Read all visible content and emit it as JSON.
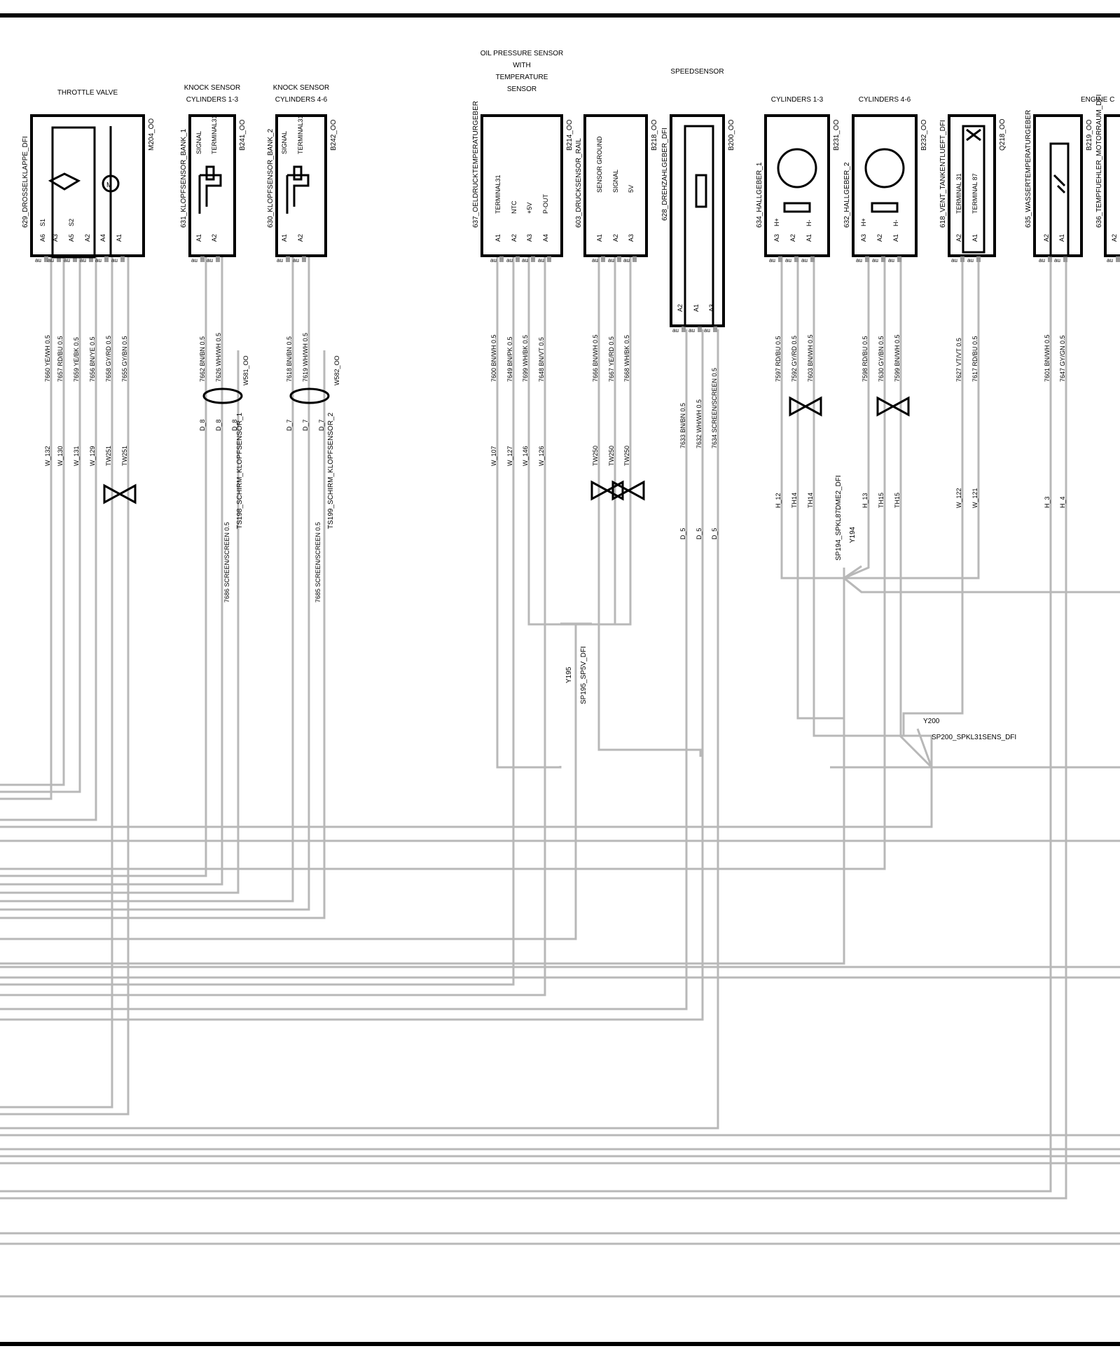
{
  "components": [
    {
      "title": [
        "THROTTLE VALVE"
      ],
      "name": "629_DROSSELKLAPPE_DFI",
      "ref": "M204_OO",
      "pins": [
        "A6",
        "A3",
        "A5",
        "A2",
        "A4",
        "A1"
      ],
      "sub": [
        "S1",
        "",
        "S2",
        "",
        "",
        ""
      ],
      "wires": [
        "7660 YE/WH 0.5",
        "7657 RD/BU 0.5",
        "7659 YE/BK 0.5",
        "7656 BN/YE 0.5",
        "7658 GY/RD 0.5",
        "7655 GY/BN 0.5"
      ],
      "conn": [
        "W_132",
        "W_130",
        "W_131",
        "W_129",
        "TW251",
        "TW251"
      ]
    },
    {
      "title": [
        "KNOCK SENSOR",
        "CYLINDERS 1-3"
      ],
      "name": "631_KLOPFSENSOR_BANK_1",
      "ref": "B241_OO",
      "pins": [
        "A1",
        "A2"
      ],
      "inner": [
        "SIGNAL",
        "TERMINAL31"
      ],
      "wires": [
        "7662 BN/BN 0.5",
        "7626 WH/WH 0.5"
      ],
      "conn": [
        "D_8",
        "D_8",
        "D_8"
      ],
      "shield": "W581_OO",
      "screen": "7686 SCREEN/SCREEN 0.5",
      "ts": "TS198_SCHIRM_KLOPFSENSOR_1"
    },
    {
      "title": [
        "KNOCK SENSOR",
        "CYLINDERS 4-6"
      ],
      "name": "630_KLOPFSENSOR_BANK_2",
      "ref": "B242_OO",
      "pins": [
        "A1",
        "A2"
      ],
      "inner": [
        "SIGNAL",
        "TERMINAL31"
      ],
      "wires": [
        "7618 BN/BN 0.5",
        "7619 WH/WH 0.5"
      ],
      "conn": [
        "D_7",
        "D_7",
        "D_7"
      ],
      "shield": "W582_OO",
      "screen": "7685 SCREEN/SCREEN 0.5",
      "ts": "TS199_SCHIRM_KLOPFSENSOR_2"
    },
    {
      "title": [
        "OIL PRESSURE SENSOR",
        "WITH",
        "TEMPERATURE",
        "SENSOR"
      ],
      "name": "637_OELDRUCKTEMPERATURGEBER",
      "ref": "B214_OO",
      "pins": [
        "A1",
        "A2",
        "A3",
        "A4"
      ],
      "inner": [
        "TERMINAL31",
        "NTC",
        "+5V",
        "P-OUT"
      ],
      "wires": [
        "7600 BN/WH 0.5",
        "7649 BN/PK 0.5",
        "7699 WH/BK 0.5",
        "7648 BN/VT 0.5"
      ],
      "conn": [
        "W_107",
        "W_127",
        "W_146",
        "W_126"
      ]
    },
    {
      "name": "603_DRUCKSENSOR_RAIL",
      "ref": "B218_OO",
      "pins": [
        "A1",
        "A2",
        "A3"
      ],
      "inner": [
        "SENSOR GROUND",
        "SIGNAL",
        "5V"
      ],
      "wires": [
        "7666 BN/WH 0.5",
        "7667 YE/RD 0.5",
        "7668 WH/BK 0.5"
      ],
      "conn": [
        "TW250",
        "TW250",
        "TW250"
      ]
    },
    {
      "title": [
        "SPEEDSENSOR"
      ],
      "name": "628_DREHZAHLGEBER_DFI",
      "ref": "B200_OO",
      "pins": [
        "A2",
        "A1",
        "A3"
      ],
      "wires": [
        "7633 BN/BN 0.5",
        "7632 WH/WH 0.5",
        "7634 SCREEN/SCREEN 0.5"
      ],
      "conn": [
        "D_5",
        "D_5",
        "D_5"
      ]
    },
    {
      "title": [
        "CYLINDERS 1-3"
      ],
      "name": "634_HALLGEBER_1",
      "ref": "B231_OO",
      "pins": [
        "A3",
        "A2",
        "A1"
      ],
      "sub": [
        "H+",
        "",
        "H-"
      ],
      "wires": [
        "7597 RD/BU 0.5",
        "7592 GY/RD 0.5",
        "7603 BN/WH 0.5"
      ],
      "conn": [
        "H_12",
        "TH14",
        "TH14"
      ]
    },
    {
      "title": [
        "CYLINDERS 4-6"
      ],
      "name": "632_HALLGEBER_2",
      "ref": "B232_OO",
      "pins": [
        "A3",
        "A2",
        "A1"
      ],
      "sub": [
        "H+",
        "",
        "H-"
      ],
      "wires": [
        "7598 RD/BU 0.5",
        "7630 GY/BN 0.5",
        "7599 BN/WH 0.5"
      ],
      "conn": [
        "H_13",
        "TH15",
        "TH15"
      ]
    },
    {
      "name": "618_VENT_TANKENTLUEFT_DFI",
      "ref": "Q218_OO",
      "pins": [
        "A2",
        "A1"
      ],
      "inner": [
        "TERMINAL 31",
        "TERMINAL 87"
      ],
      "wires": [
        "7627 VT/VT 0.5",
        "7617 RD/BU 0.5"
      ],
      "conn": [
        "W_122",
        "W_121"
      ]
    },
    {
      "name": "635_WASSERTEMPERATURGEBER",
      "ref": "B219_OO",
      "pins": [
        "A2",
        "A1"
      ],
      "wires": [
        "7601 BN/WH 0.5",
        "7647 GY/GN 0.5"
      ],
      "conn": [
        "H_3",
        "H_4"
      ]
    },
    {
      "title": [
        "ENGINE C"
      ],
      "name": "636_TEMPFUEHLER_MOTORRAUM_DFI",
      "pins": [
        "A2"
      ]
    }
  ],
  "pin_tag": "au",
  "splices": {
    "y195": "Y195",
    "sp195": "SP195_SP5V_DFI",
    "y194": "Y194",
    "sp194": "SP194_SPKL87DME2_DFI",
    "y200": "Y200",
    "sp200": "SP200_SPKL31SENS_DFI"
  },
  "colors": {
    "wire": "#b8b8b8",
    "outline": "#000000",
    "background": "#ffffff"
  }
}
